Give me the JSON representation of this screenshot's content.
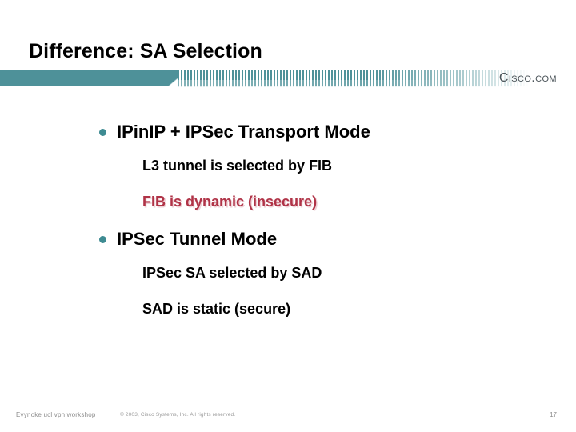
{
  "slide": {
    "title": "Difference: SA Selection",
    "page_number": "17"
  },
  "header": {
    "brand": "Cisco.com",
    "band_color": "#4e9199",
    "brand_color": "#4a5358"
  },
  "body": {
    "bullet_color": "#3e8b92",
    "accent_red": "#b03347",
    "blocks": [
      {
        "level": "bullet",
        "text": "IPinIP + IPSec Transport Mode",
        "style": "normal"
      },
      {
        "level": "sub",
        "text": "L3 tunnel is selected by FIB",
        "style": "normal"
      },
      {
        "level": "sub",
        "text": "FIB is dynamic (insecure)",
        "style": "accent-red"
      },
      {
        "level": "bullet",
        "text": "IPSec Tunnel Mode",
        "style": "normal"
      },
      {
        "level": "sub",
        "text": "IPSec SA selected by SAD",
        "style": "normal"
      },
      {
        "level": "sub",
        "text": "SAD is static (secure)",
        "style": "normal"
      }
    ]
  },
  "footer": {
    "author": "Evynoke ucl vpn workshop",
    "copyright": "© 2003, Cisco Systems, Inc. All rights reserved.",
    "page_number": "17"
  }
}
